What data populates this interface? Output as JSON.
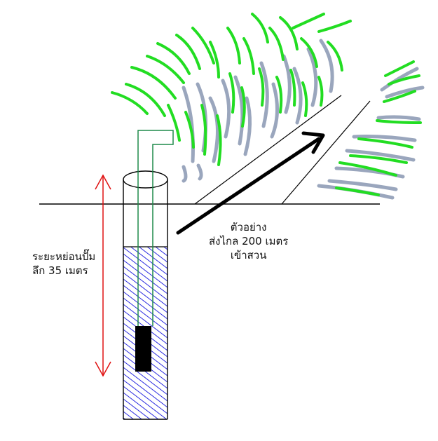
{
  "labels": {
    "depth_line1": "ระยะหย่อนปั๊ม",
    "depth_line2": "ลึก 35 เมตร",
    "dist_line1": "ตัวอย่าง",
    "dist_line2": "ส่งไกล 200 เมตร",
    "dist_line3": "เข้าสวน"
  },
  "colors": {
    "ground_line": "#000000",
    "well_casing": "#000000",
    "water_hatch": "#2a2ae0",
    "pipe": "#1e8a4a",
    "pump": "#000000",
    "depth_arrow": "#e01010",
    "flow_arrow": "#000000",
    "foliage_green": "#22dd22",
    "foliage_stem": "#9aa6bd"
  },
  "icons": {
    "pump": "submersible-pump-icon",
    "flow_arrow": "arrow-up-right-icon",
    "depth_arrow": "double-arrow-vertical-icon"
  }
}
